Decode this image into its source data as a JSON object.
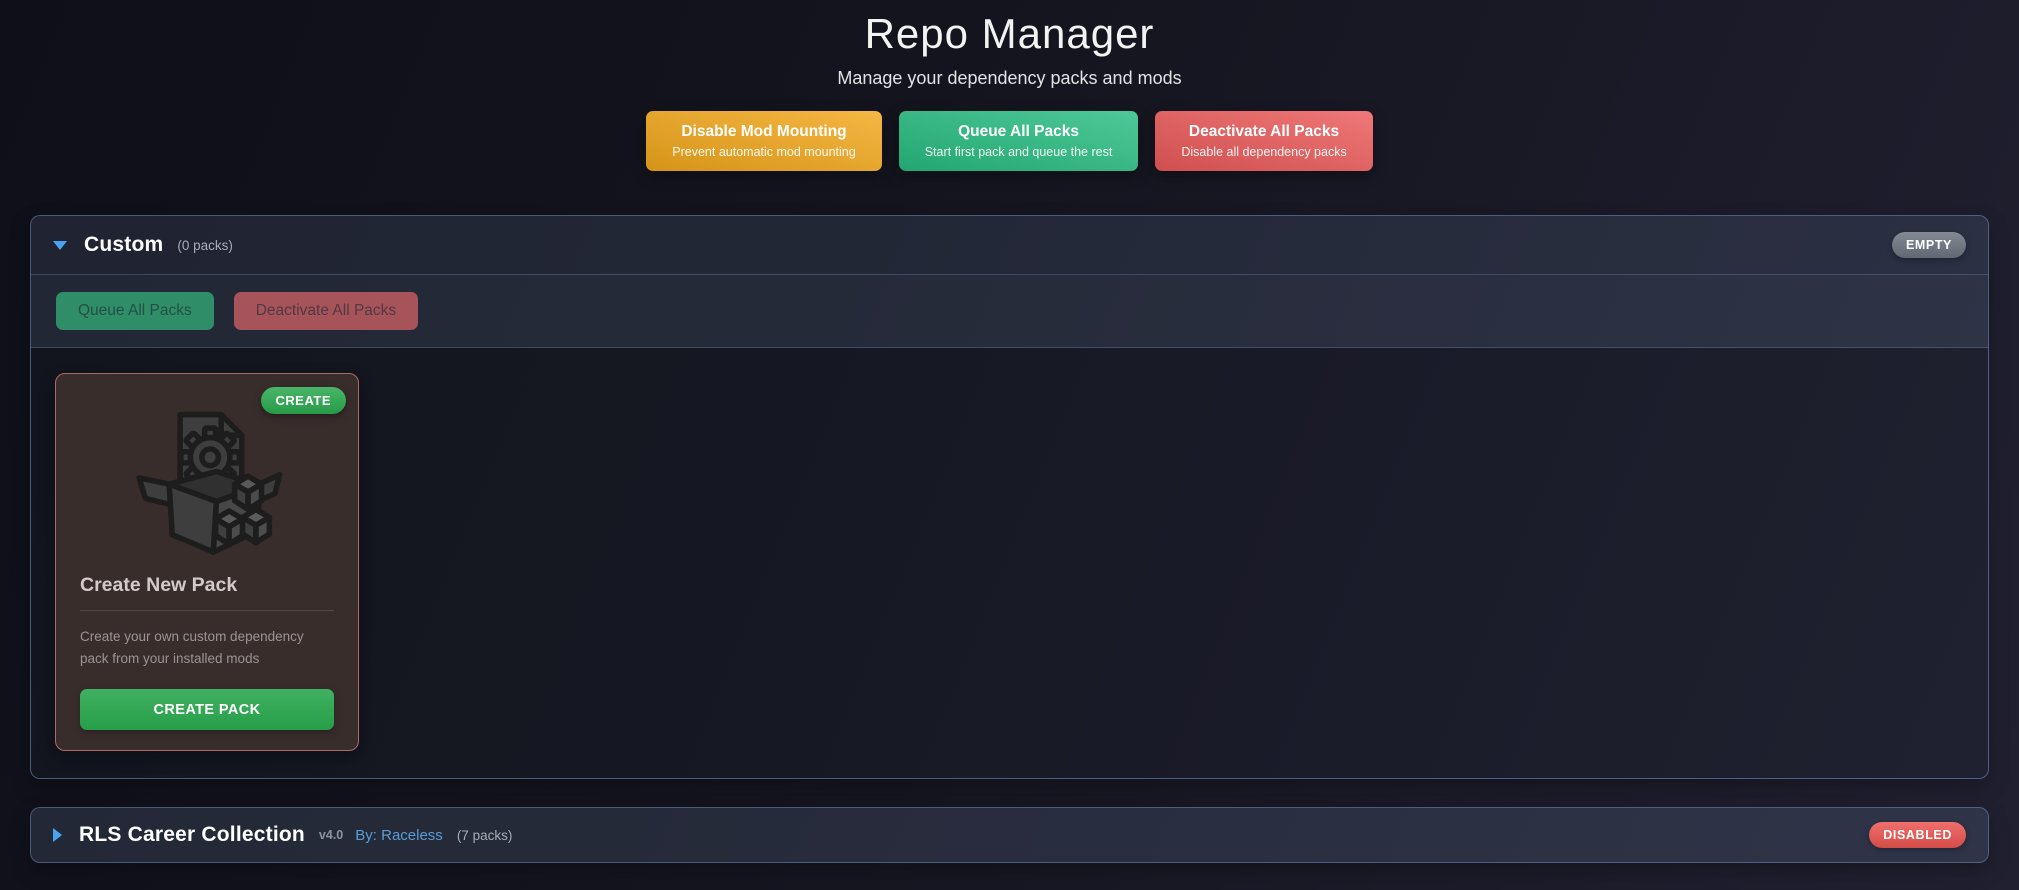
{
  "page": {
    "title": "Repo Manager",
    "subtitle": "Manage your dependency packs and mods"
  },
  "actions": [
    {
      "label": "Disable Mod Mounting",
      "sublabel": "Prevent automatic mod mounting"
    },
    {
      "label": "Queue All Packs",
      "sublabel": "Start first pack and queue the rest"
    },
    {
      "label": "Deactivate All Packs",
      "sublabel": "Disable all dependency packs"
    }
  ],
  "sections": [
    {
      "name": "Custom",
      "packs_count_label": "(0 packs)",
      "status_badge": "EMPTY",
      "expanded": true,
      "toolbar": {
        "queue_label": "Queue All Packs",
        "deactivate_label": "Deactivate All Packs"
      },
      "card": {
        "badge": "CREATE",
        "title": "Create New Pack",
        "description": "Create your own custom dependency pack from your installed mods",
        "button_label": "CREATE PACK"
      }
    },
    {
      "name": "RLS Career Collection",
      "version": "v4.0",
      "author_label": "By: Raceless",
      "packs_count_label": "(7 packs)",
      "status_badge": "DISABLED",
      "expanded": false
    }
  ],
  "colors": {
    "warning": "#f3a81b",
    "success": "#27bd80",
    "danger": "#ec5a5a",
    "accent_blue": "#4aa3f0",
    "link": "#5b9bd5",
    "badge_gray": "#6b7480",
    "badge_red": "#ec5450",
    "create_green": "#2aa84e",
    "muted_success": "#2f8e68",
    "muted_danger": "#a65459",
    "card_border": "#aa6a66"
  }
}
